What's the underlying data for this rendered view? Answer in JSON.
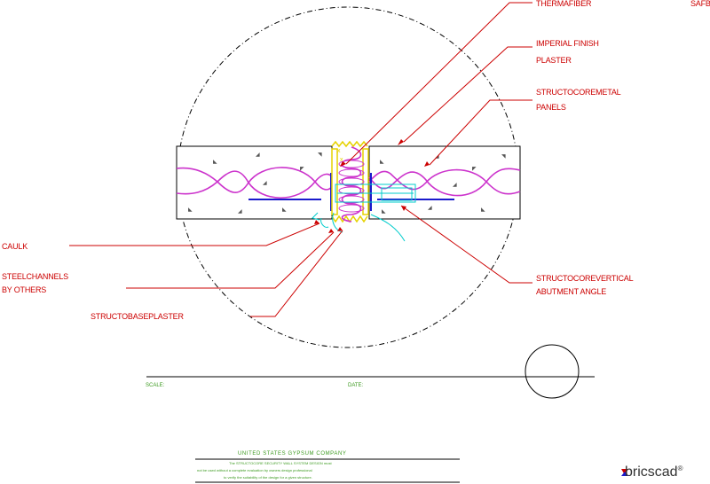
{
  "labels": {
    "thermafiber": "THERMAFIBER",
    "safb": "SAFB",
    "imperial_line1": "IMPERIAL FINISH",
    "imperial_line2": "PLASTER",
    "structocore_metal_line1": "STRUCTOCOREMETAL",
    "structocore_metal_line2": "PANELS",
    "caulk": "CAULK",
    "steel_line1": "STEELCHANNELS",
    "steel_line2": "BY OTHERS",
    "structobase": "STRUCTOBASEPLASTER",
    "vertical_line1": "STRUCTOCOREVERTICAL",
    "vertical_line2": "ABUTMENT ANGLE"
  },
  "title_block": {
    "scale_label": "SCALE:",
    "date_label": "DATE:",
    "company": "UNITED STATES GYPSUM COMPANY",
    "note_line1": "The STRUCTOCORE SECURITY WALL SYSTEM DESIGN must",
    "note_line2": "not be used without a complete evaluation by owners design professional",
    "note_line3": "to verify the suitability of the design for a given structure."
  },
  "logo": {
    "text": "bricscad",
    "registered": "®"
  },
  "colors": {
    "leader": "#cc0000",
    "insulation": "#cc33cc",
    "channel": "#1a1acc",
    "plaster": "#00cccc",
    "caulk": "#e6d200",
    "label_green": "#3c9a20"
  }
}
